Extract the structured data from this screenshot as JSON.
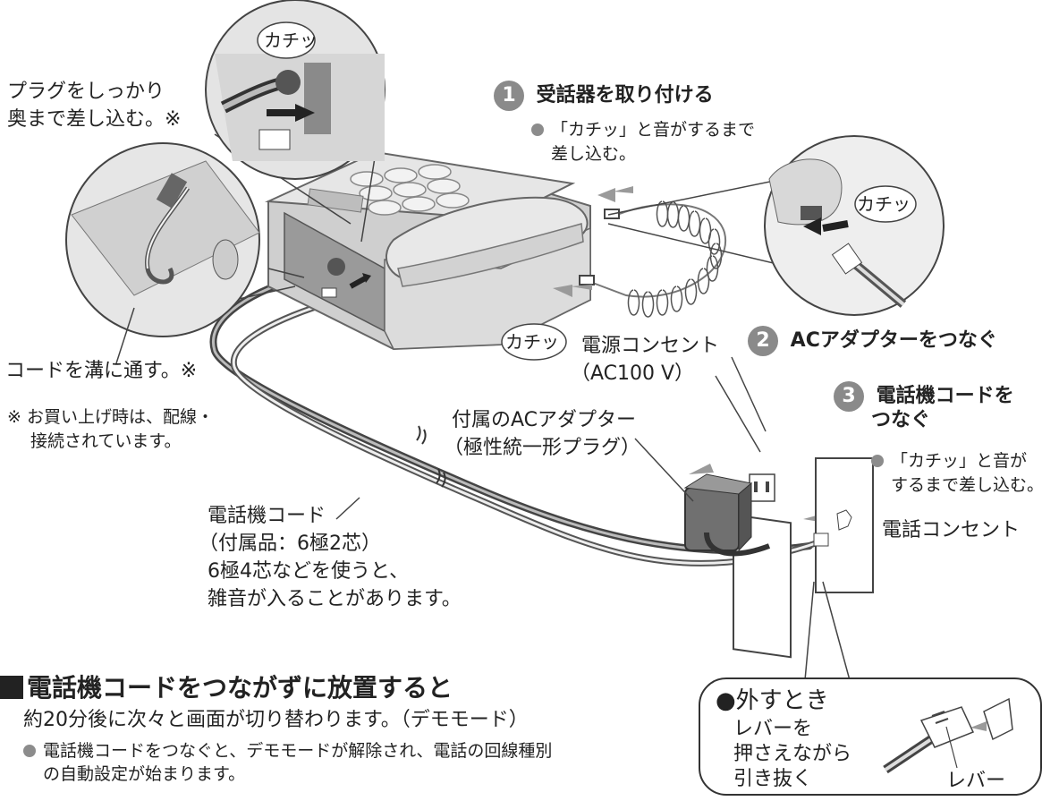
{
  "bubbles": {
    "top": "カチッ",
    "right": "カチッ",
    "bottom": "カチッ"
  },
  "left": {
    "plug_line1": "プラグをしっかり",
    "plug_line2": "奥まで差し込む。※",
    "cord_groove": "コードを溝に通す。※",
    "note_line1": "※ お買い上げ時は、配線・",
    "note_line2": "接続されています。"
  },
  "steps": [
    {
      "number": "1",
      "title": "受話器を取り付ける",
      "bullet_line1": "「カチッ」と音がするまで",
      "bullet_line2": "差し込む。"
    },
    {
      "number": "2",
      "title": "ACアダプターをつなぐ"
    },
    {
      "number": "3",
      "title_line1": "電話機コードを",
      "title_line2": "つなぐ",
      "bullet_line1": "「カチッ」と音が",
      "bullet_line2": "するまで差し込む。"
    }
  ],
  "labels": {
    "power_outlet_line1": "電源コンセント",
    "power_outlet_line2": "（AC100 V）",
    "adapter_line1": "付属のACアダプター",
    "adapter_line2": "（極性統一形プラグ）",
    "phone_outlet": "電話コンセント",
    "cord_line1": "電話機コード",
    "cord_line2": "（付属品：6極2芯）",
    "cord_line3": "6極4芯などを使うと、",
    "cord_line4": "雑音が入ることがあります。"
  },
  "bottom": {
    "heading": "電話機コードをつながずに放置すると",
    "line1": "約20分後に次々と画面が切り替わります。（デモモード）",
    "bullet_line1": "電話機コードをつなぐと、デモモードが解除され、電話の回線種別",
    "bullet_line2": "の自動設定が始まります。"
  },
  "removal": {
    "title": "●外すとき",
    "line1": "レバーを",
    "line2": "押さえながら",
    "line3": "引き抜く",
    "lever": "レバー"
  }
}
